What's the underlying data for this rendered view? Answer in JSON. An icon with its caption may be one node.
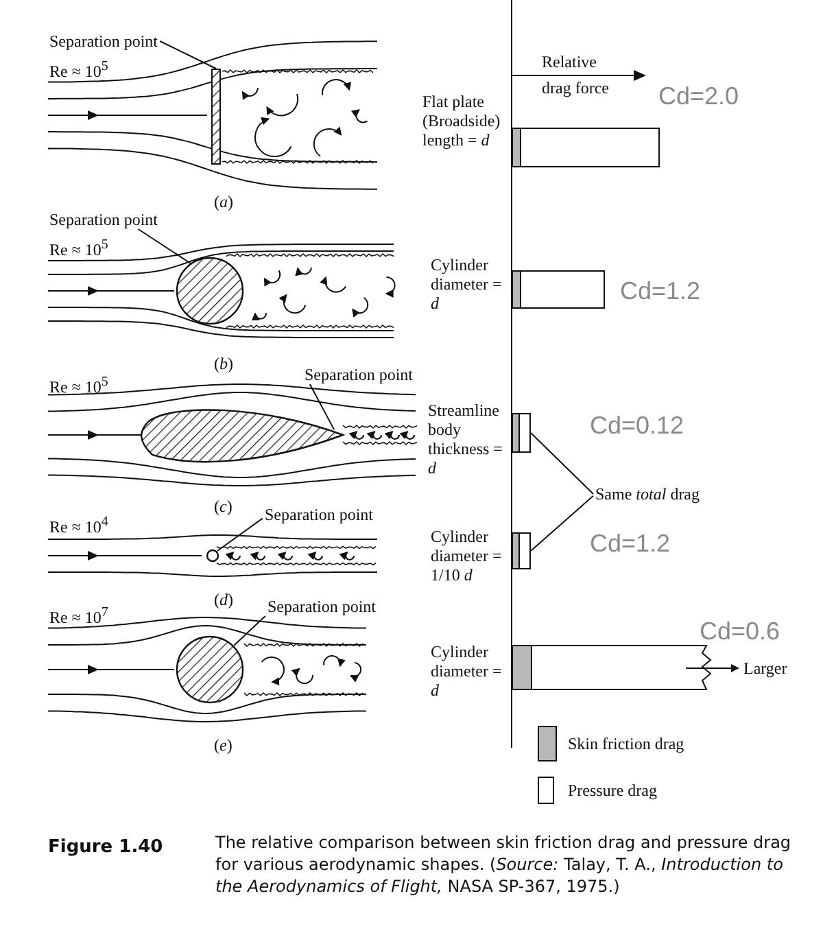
{
  "diagram": {
    "caption": "The relative comparison between skin friction drag and pressure drag for various aerodynamic shapes. (*Source:* Talay, T. A., *Introduction to the Aerodynamics of Flight,* NASA SP-367, 1975.)",
    "nodes": [
      {
        "text": [
          "Separation point"
        ]
      },
      {
        "text": [],
        "shape": "box"
      },
      {
        "text": [
          "Separation point"
        ]
      },
      {
        "text": [],
        "shape": "circle"
      },
      {
        "text": [
          "Separation point"
        ]
      },
      {
        "text": [],
        "shape": "teardrop"
      },
      {
        "text": [],
        "shape": "bar"
      },
      {
        "text": [
          "Same *total* drag"
        ]
      },
      {
        "text": [],
        "shape": "bar"
      },
      {
        "text": [
          "Separation point"
        ]
      },
      {
        "text": [],
        "shape": "circle"
      },
      {
        "text": [
          "Separation point"
        ]
      },
      {
        "text": [],
        "shape": "circle"
      }
    ],
    "edges": [
      {
        "from": 0,
        "to": 1,
        "arrow": "none"
      },
      {
        "from": 2,
        "to": 3,
        "arrow": "none"
      },
      {
        "from": 4,
        "to": 5,
        "arrow": "none"
      },
      {
        "from": 7,
        "to": 6,
        "arrow": "none"
      },
      {
        "from": 7,
        "to": 8,
        "arrow": "none"
      },
      {
        "from": 9,
        "to": 10,
        "arrow": "none"
      },
      {
        "from": 11,
        "to": 12,
        "arrow": "none"
      }
    ],
    "labels": [
      "Re ≈ 10$^{5}$",
      "Relative drag force",
      "Cd=2.0",
      "Flat plate (Broadside) length = *d*",
      "(*a*)",
      "Re ≈ 10$^{5}$",
      "Cylinder diameter = *d*",
      "Cd=1.2",
      "(*b*)",
      "Re ≈ 10$^{5}$",
      "Streamline body thickness = *d*",
      "Cd=0.12",
      "(*c*)",
      "Re ≈ 10$^{4}$",
      "Cylinder diameter = 1/10 *d*",
      "Cd=1.2",
      "(*d*)",
      "Re ≈ 10$^{7}$",
      "Cd=0.6",
      "Cylinder diameter = *d*",
      "Larger",
      "(*e*)",
      "Figure 1.40"
    ],
    "legend": [
      {
        "text": "Skin friction drag",
        "color": "#b8b8b8"
      },
      {
        "text": "Pressure drag",
        "color": "#ffffff"
      }
    ]
  }
}
